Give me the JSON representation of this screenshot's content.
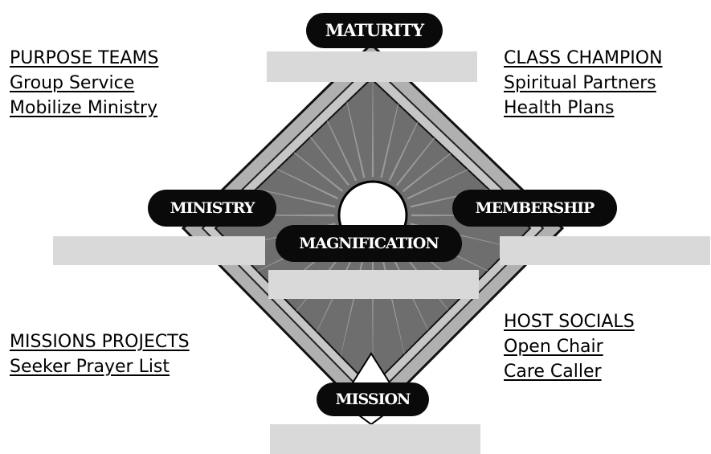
{
  "diagram": {
    "circles": {
      "top": "MATURITY",
      "left": "MINISTRY",
      "right": "MEMBERSHIP",
      "center": "MAGNIFICATION",
      "bottom": "MISSION"
    },
    "lists": {
      "top_left": [
        "PURPOSE TEAMS",
        "Group Service",
        "Mobilize Ministry"
      ],
      "top_right": [
        "CLASS CHAMPION",
        "Spiritual Partners",
        "Health Plans"
      ],
      "bottom_left": [
        "MISSIONS PROJECTS",
        "Seeker Prayer List"
      ],
      "bottom_right": [
        "HOST SOCIALS",
        "Open Chair",
        "Care Caller"
      ]
    },
    "colors": {
      "outer_diamond": "#b0b0b0",
      "inner_diamond": "#6e6e6e",
      "rays": "#9a9a9a",
      "highlight_bar": "#d9d9d9",
      "label_pill": "#0a0a0a"
    }
  }
}
